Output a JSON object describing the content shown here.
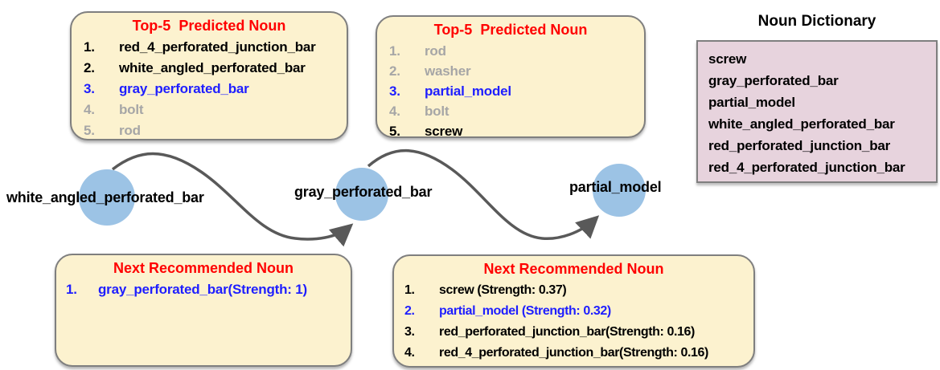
{
  "colors": {
    "callout_bg": "#FCF2CF",
    "callout_border": "#7F7F7F",
    "dictionary_bg": "#E7D3DD",
    "title_red": "#FF0000",
    "highlight_blue": "#1E1EFF",
    "muted_gray": "#A6A6A6",
    "node_fill": "#9CC3E5",
    "arrow_gray": "#595959"
  },
  "predicted_box_1": {
    "title": "Top-5  Predicted Noun",
    "items": [
      {
        "num": "1.",
        "label": "red_4_perforated_junction_bar",
        "color": "black"
      },
      {
        "num": "2.",
        "label": "white_angled_perforated_bar",
        "color": "black"
      },
      {
        "num": "3.",
        "label": "gray_perforated_bar",
        "color": "blue"
      },
      {
        "num": "4.",
        "label": "bolt",
        "color": "gray"
      },
      {
        "num": "5.",
        "label": "rod",
        "color": "gray"
      }
    ]
  },
  "predicted_box_2": {
    "title": "Top-5  Predicted Noun",
    "items": [
      {
        "num": "1.",
        "label": "rod",
        "color": "gray"
      },
      {
        "num": "2.",
        "label": "washer",
        "color": "gray"
      },
      {
        "num": "3.",
        "label": "partial_model",
        "color": "blue"
      },
      {
        "num": "4.",
        "label": "bolt",
        "color": "gray"
      },
      {
        "num": "5.",
        "label": "screw",
        "color": "black"
      }
    ]
  },
  "dictionary": {
    "title": "Noun Dictionary",
    "items": [
      "screw",
      "gray_perforated_bar",
      "partial_model",
      "white_angled_perforated_bar",
      "red_perforated_junction_bar",
      "red_4_perforated_junction_bar"
    ]
  },
  "nodes": [
    {
      "label": "white_angled_perforated_bar"
    },
    {
      "label": "gray_perforated_bar"
    },
    {
      "label": "partial_model"
    }
  ],
  "recommended_box_1": {
    "title": "Next Recommended Noun",
    "items": [
      {
        "num": "1.",
        "label": "gray_perforated_bar(Strength: 1)",
        "color": "blue"
      }
    ]
  },
  "recommended_box_2": {
    "title": "Next Recommended Noun",
    "items": [
      {
        "num": "1.",
        "label": "screw (Strength: 0.37)",
        "color": "black"
      },
      {
        "num": "2.",
        "label": "partial_model (Strength: 0.32)",
        "color": "blue"
      },
      {
        "num": "3.",
        "label": "red_perforated_junction_bar(Strength: 0.16)",
        "color": "black"
      },
      {
        "num": "4.",
        "label": "red_4_perforated_junction_bar(Strength: 0.16)",
        "color": "black"
      }
    ]
  }
}
